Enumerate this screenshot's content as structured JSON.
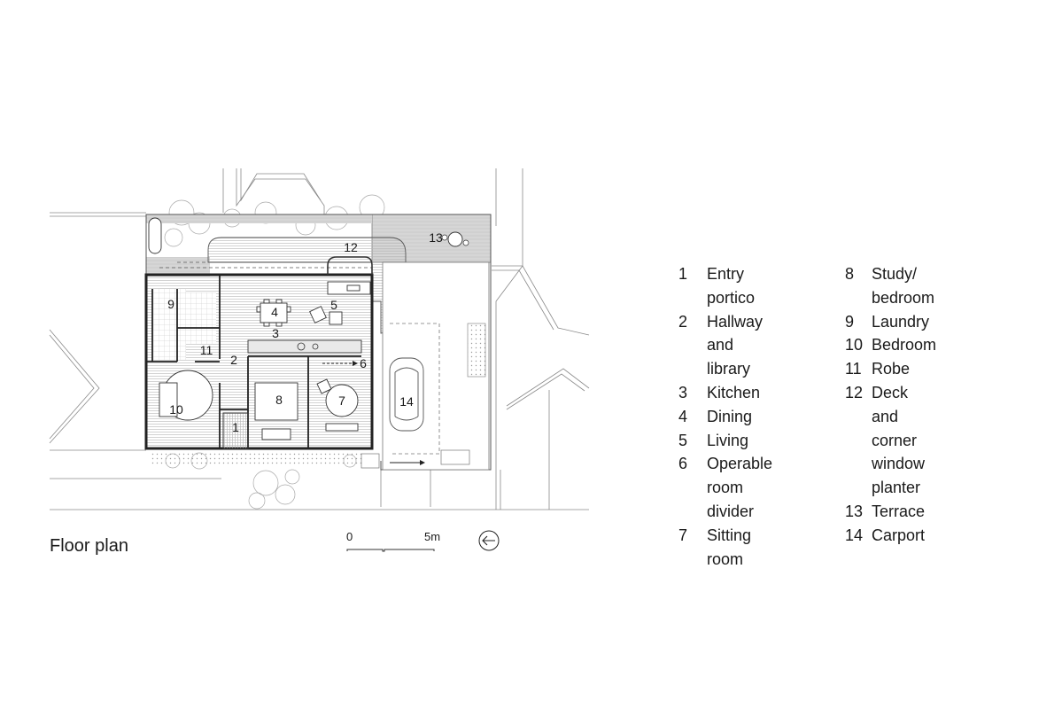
{
  "title": "Floor plan",
  "scale": {
    "zero": "0",
    "five": "5m"
  },
  "plan_numbers": {
    "r1": "1",
    "r2": "2",
    "r3": "3",
    "r4": "4",
    "r5": "5",
    "r6": "6",
    "r7": "7",
    "r8": "8",
    "r9": "9",
    "r10": "10",
    "r11": "11",
    "r12": "12",
    "r13": "13",
    "r14": "14"
  },
  "legend": {
    "col1": [
      {
        "num": "1",
        "lines": [
          "Entry portico"
        ]
      },
      {
        "num": "2",
        "lines": [
          "Hallway and",
          "library"
        ]
      },
      {
        "num": "3",
        "lines": [
          "Kitchen"
        ]
      },
      {
        "num": "4",
        "lines": [
          "Dining"
        ]
      },
      {
        "num": "5",
        "lines": [
          "Living"
        ]
      },
      {
        "num": "6",
        "lines": [
          "Operable",
          "room divider"
        ]
      },
      {
        "num": "7",
        "lines": [
          "Sitting room"
        ]
      }
    ],
    "col2": [
      {
        "num": "8",
        "lines": [
          "Study/",
          "bedroom"
        ]
      },
      {
        "num": "9",
        "lines": [
          "Laundry"
        ]
      },
      {
        "num": "10",
        "lines": [
          "Bedroom"
        ]
      },
      {
        "num": "11",
        "lines": [
          "Robe"
        ]
      },
      {
        "num": "12",
        "lines": [
          "Deck and corner",
          "window planter"
        ]
      },
      {
        "num": "13",
        "lines": [
          "Terrace"
        ]
      },
      {
        "num": "14",
        "lines": [
          "Carport"
        ]
      }
    ]
  }
}
